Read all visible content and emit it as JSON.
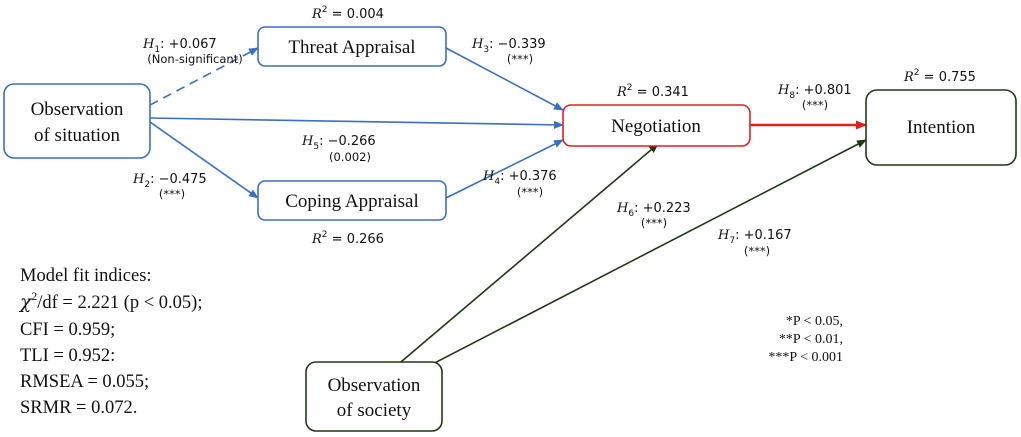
{
  "colors": {
    "blue": "#3a6fc4",
    "red": "#e02020",
    "green": "#1e3a12"
  },
  "nodes": {
    "observation_situation": [
      "Observation",
      "of situation"
    ],
    "threat": "Threat Appraisal",
    "coping": "Coping Appraisal",
    "negotiation": "Negotiation",
    "intention": "Intention",
    "observation_society": [
      "Observation",
      "of society"
    ]
  },
  "r2": {
    "symbol": "R",
    "exp": "2",
    "threat": " = 0.004",
    "coping": " = 0.266",
    "negotiation": " = 0.341",
    "intention": " = 0.755"
  },
  "hypotheses": {
    "h1": {
      "letter": "H",
      "sub": "1",
      "value": ": +0.067",
      "sig": "(Non-significant)"
    },
    "h2": {
      "letter": "H",
      "sub": "2",
      "value": ": −0.475",
      "sig": "(***)"
    },
    "h3": {
      "letter": "H",
      "sub": "3",
      "value": ": −0.339",
      "sig": "(***)"
    },
    "h4": {
      "letter": "H",
      "sub": "4",
      "value": ": +0.376",
      "sig": "(***)"
    },
    "h5": {
      "letter": "H",
      "sub": "5",
      "value": ": −0.266",
      "sig": "(0.002)"
    },
    "h6": {
      "letter": "H",
      "sub": "6",
      "value": ": +0.223",
      "sig": "(***)"
    },
    "h7": {
      "letter": "H",
      "sub": "7",
      "value": ": +0.167",
      "sig": "(***)"
    },
    "h8": {
      "letter": "H",
      "sub": "8",
      "value": ": +0.801",
      "sig": "(***)"
    }
  },
  "model_fit": {
    "title": "Model fit indices:",
    "chi_symbol": "χ",
    "chi_exp": "2",
    "chi_rest": "/df = 2.221 (p < 0.05);",
    "cfi": "CFI = 0.959;",
    "tli": "TLI = 0.952:",
    "rmsea": "RMSEA = 0.055;",
    "srmr": "SRMR = 0.072."
  },
  "significance_legend": [
    "*P < 0.05,",
    "**P < 0.01,",
    "***P < 0.001"
  ]
}
